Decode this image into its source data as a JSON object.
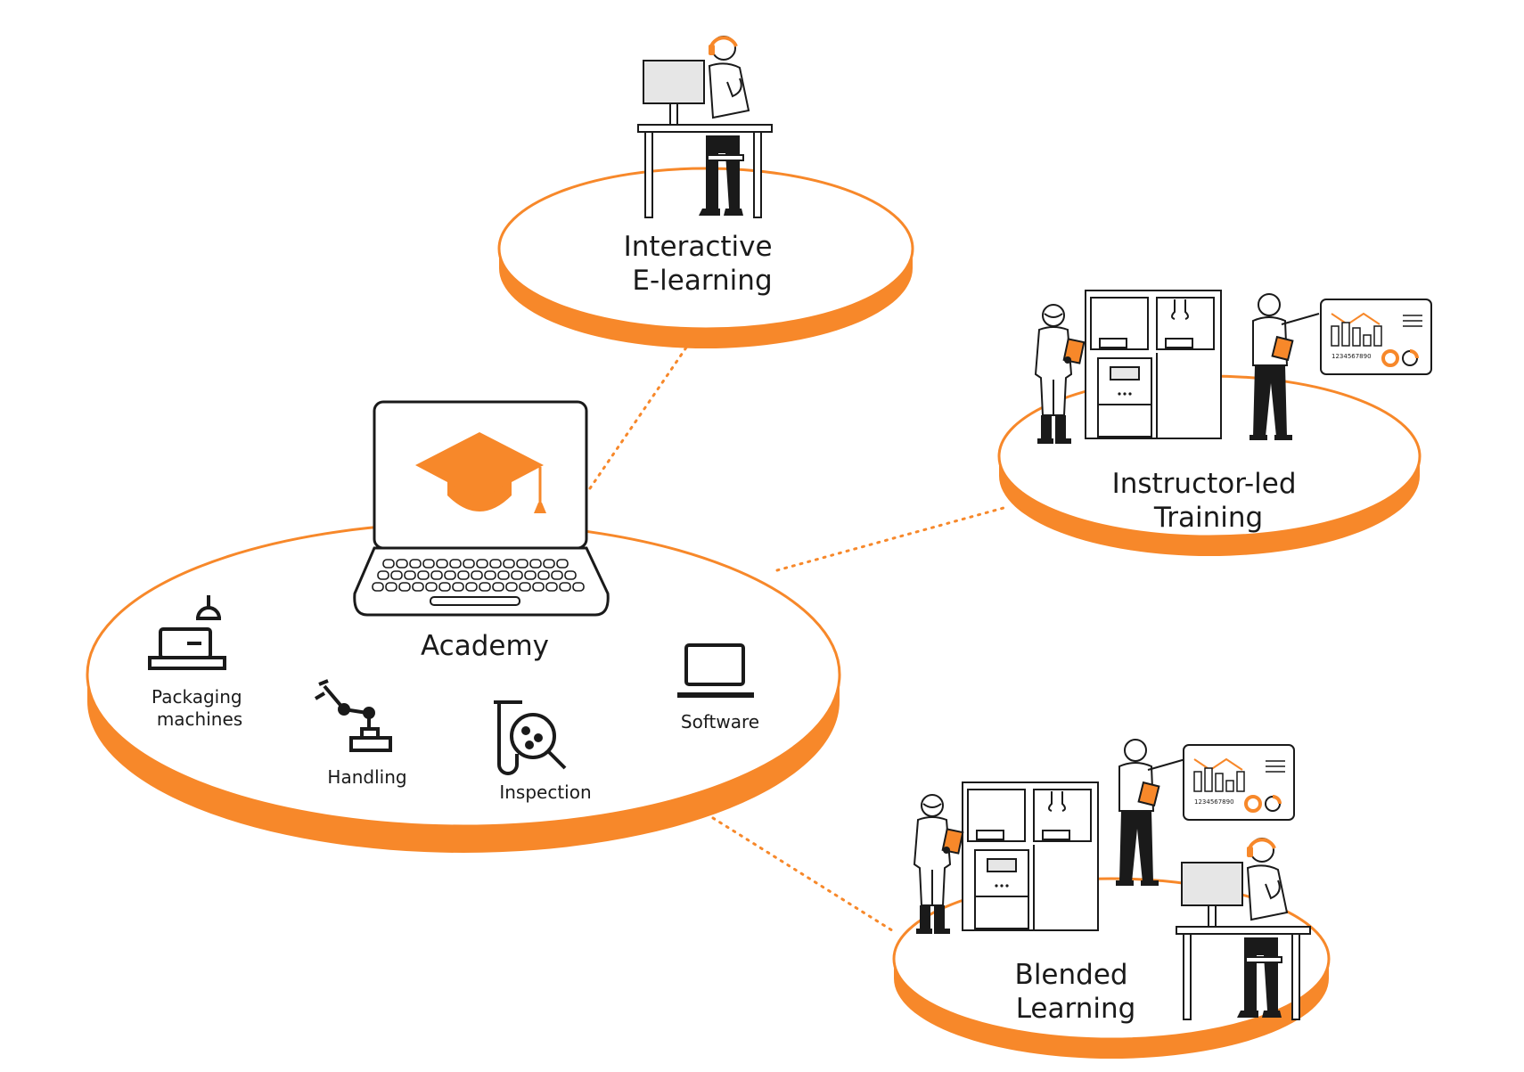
{
  "colors": {
    "accent": "#f7882a",
    "ink": "#1a1a1a",
    "panel": "#e6e6e6",
    "background": "#ffffff"
  },
  "academy": {
    "label": "Academy",
    "icon": "graduation-cap-laptop-icon",
    "topics": [
      {
        "label_lines": [
          "Packaging",
          "machines"
        ],
        "icon": "packaging-machine-icon"
      },
      {
        "label_lines": [
          "Handling"
        ],
        "icon": "robot-arm-icon"
      },
      {
        "label_lines": [
          "Inspection"
        ],
        "icon": "test-tube-magnifier-icon"
      },
      {
        "label_lines": [
          "Software"
        ],
        "icon": "laptop-icon"
      }
    ]
  },
  "modules": [
    {
      "label_lines": [
        "Interactive",
        "E-learning"
      ],
      "illustration": "person-at-computer-desk"
    },
    {
      "label_lines": [
        "Instructor-led",
        "Training"
      ],
      "illustration": "operator-machine-and-instructor-at-dashboard"
    },
    {
      "label_lines": [
        "Blended",
        "Learning"
      ],
      "illustration": "operator-instructor-and-person-at-computer"
    }
  ],
  "dashboard_digits": "1234567890"
}
